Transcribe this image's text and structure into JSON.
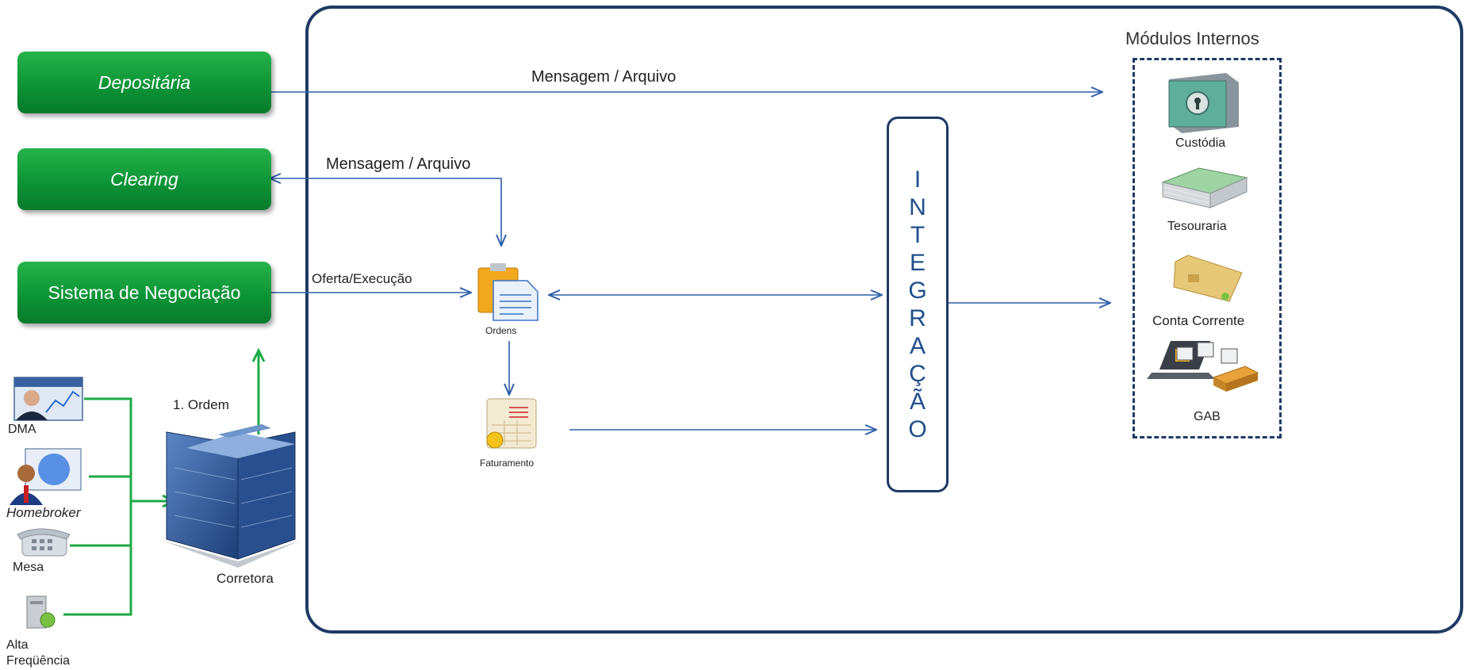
{
  "left_buttons": {
    "depositaria": "Depositária",
    "clearing": "Clearing",
    "negociacao": "Sistema de Negociação"
  },
  "channels": {
    "dma": "DMA",
    "homebroker": "Homebroker",
    "mesa": "Mesa",
    "alta_freq_line1": "Alta",
    "alta_freq_line2": "Freqüência"
  },
  "broker": {
    "ordem": "1. Ordem",
    "corretora": "Corretora"
  },
  "flows": {
    "msg_top": "Mensagem / Arquivo",
    "msg_mid": "Mensagem / Arquivo",
    "oferta": "Oferta/Execução"
  },
  "nodes": {
    "ordens": "Ordens",
    "faturamento": "Faturamento"
  },
  "integracao": [
    "I",
    "N",
    "T",
    "E",
    "G",
    "R",
    "A",
    "Ç",
    "Ã",
    "O"
  ],
  "modules": {
    "title": "Módulos Internos",
    "items": [
      "Custódia",
      "Tesouraria",
      "Conta Corrente",
      "GAB"
    ]
  },
  "colors": {
    "green": "#0c9437",
    "line_blue": "#2e5ea8",
    "frame_navy": "#1f3a64",
    "arrow_green": "#1eaa45"
  }
}
